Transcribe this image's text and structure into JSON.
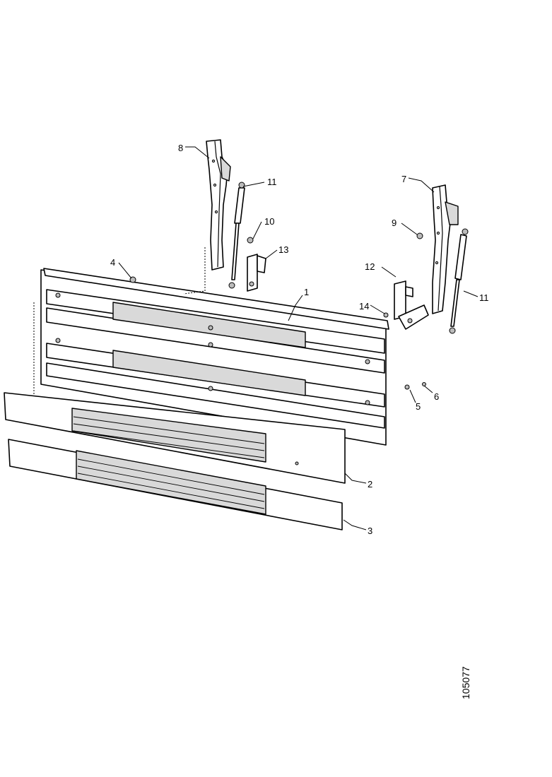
{
  "callouts": [
    {
      "id": "1",
      "label": "1"
    },
    {
      "id": "2",
      "label": "2"
    },
    {
      "id": "3",
      "label": "3"
    },
    {
      "id": "4",
      "label": "4"
    },
    {
      "id": "5",
      "label": "5"
    },
    {
      "id": "6",
      "label": "6"
    },
    {
      "id": "7",
      "label": "7"
    },
    {
      "id": "8",
      "label": "8"
    },
    {
      "id": "9",
      "label": "9"
    },
    {
      "id": "10",
      "label": "10"
    },
    {
      "id": "11a",
      "label": "11"
    },
    {
      "id": "11b",
      "label": "11"
    },
    {
      "id": "12",
      "label": "12"
    },
    {
      "id": "13",
      "label": "13"
    },
    {
      "id": "14",
      "label": "14"
    }
  ],
  "drawing_number": "105077"
}
